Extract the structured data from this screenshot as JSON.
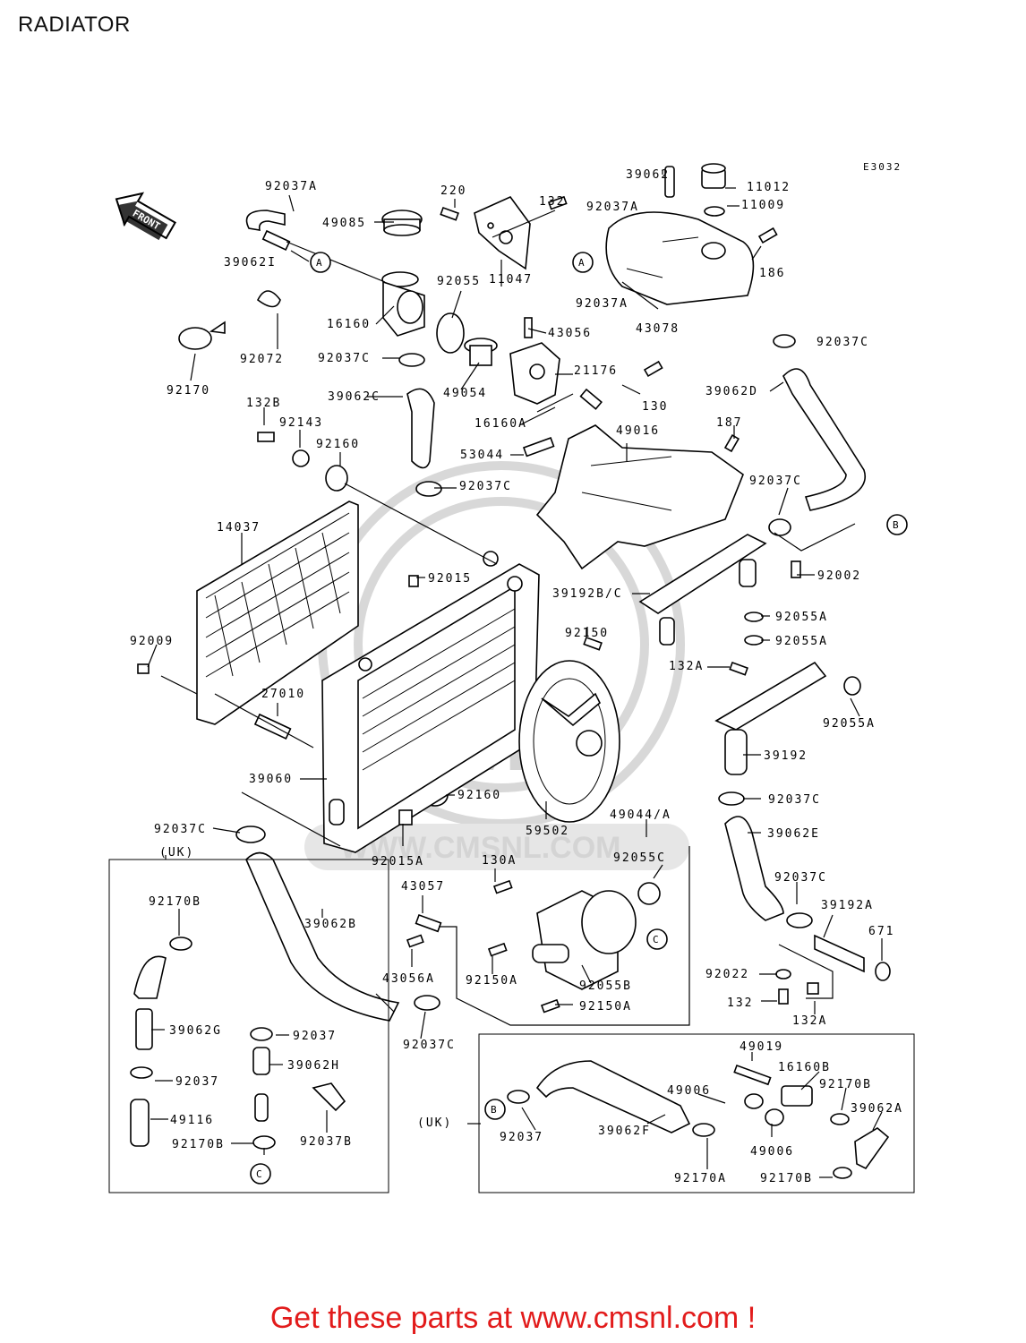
{
  "title": "RADIATOR",
  "diagram_code": "E3032",
  "front_label": "FRONT",
  "watermark": {
    "logo": "CMS",
    "url": "WWW.CMSNL.COM"
  },
  "callouts": {
    "A": "A",
    "B": "B",
    "C": "C"
  },
  "uk_label": "(UK)",
  "parts": [
    {
      "id": "p-92037A-1",
      "text": "92037A"
    },
    {
      "id": "p-49085",
      "text": "49085"
    },
    {
      "id": "p-220",
      "text": "220"
    },
    {
      "id": "p-132-1",
      "text": "132"
    },
    {
      "id": "p-39062-top",
      "text": "39062"
    },
    {
      "id": "p-92037A-2",
      "text": "92037A"
    },
    {
      "id": "p-11012",
      "text": "11012"
    },
    {
      "id": "p-11009",
      "text": "11009"
    },
    {
      "id": "p-39062I",
      "text": "39062I"
    },
    {
      "id": "p-92055",
      "text": "92055"
    },
    {
      "id": "p-11047",
      "text": "11047"
    },
    {
      "id": "p-92037A-3",
      "text": "92037A"
    },
    {
      "id": "p-186",
      "text": "186"
    },
    {
      "id": "p-16160",
      "text": "16160"
    },
    {
      "id": "p-43056",
      "text": "43056"
    },
    {
      "id": "p-43078",
      "text": "43078"
    },
    {
      "id": "p-92072",
      "text": "92072"
    },
    {
      "id": "p-92037C-1",
      "text": "92037C"
    },
    {
      "id": "p-92037C-2",
      "text": "92037C"
    },
    {
      "id": "p-92170",
      "text": "92170"
    },
    {
      "id": "p-49054",
      "text": "49054"
    },
    {
      "id": "p-21176",
      "text": "21176"
    },
    {
      "id": "p-130",
      "text": "130"
    },
    {
      "id": "p-39062C",
      "text": "39062C"
    },
    {
      "id": "p-39062D",
      "text": "39062D"
    },
    {
      "id": "p-16160A",
      "text": "16160A"
    },
    {
      "id": "p-132B",
      "text": "132B"
    },
    {
      "id": "p-92143",
      "text": "92143"
    },
    {
      "id": "p-49016",
      "text": "49016"
    },
    {
      "id": "p-187",
      "text": "187"
    },
    {
      "id": "p-92160-1",
      "text": "92160"
    },
    {
      "id": "p-53044",
      "text": "53044"
    },
    {
      "id": "p-92037C-3",
      "text": "92037C"
    },
    {
      "id": "p-92037C-4",
      "text": "92037C"
    },
    {
      "id": "p-14037",
      "text": "14037"
    },
    {
      "id": "p-92015",
      "text": "92015"
    },
    {
      "id": "p-92002",
      "text": "92002"
    },
    {
      "id": "p-39192BC",
      "text": "39192B/C"
    },
    {
      "id": "p-92055A-1",
      "text": "92055A"
    },
    {
      "id": "p-92055A-2",
      "text": "92055A"
    },
    {
      "id": "p-92009",
      "text": "92009"
    },
    {
      "id": "p-92150",
      "text": "92150"
    },
    {
      "id": "p-132A-1",
      "text": "132A"
    },
    {
      "id": "p-27010",
      "text": "27010"
    },
    {
      "id": "p-92055A-3",
      "text": "92055A"
    },
    {
      "id": "p-39192",
      "text": "39192"
    },
    {
      "id": "p-39060",
      "text": "39060"
    },
    {
      "id": "p-92160-2",
      "text": "92160"
    },
    {
      "id": "p-92037C-5",
      "text": "92037C"
    },
    {
      "id": "p-92037C-6",
      "text": "92037C"
    },
    {
      "id": "p-49044A",
      "text": "49044/A"
    },
    {
      "id": "p-39062E",
      "text": "39062E"
    },
    {
      "id": "p-59502",
      "text": "59502"
    },
    {
      "id": "p-92015A",
      "text": "92015A"
    },
    {
      "id": "p-130A",
      "text": "130A"
    },
    {
      "id": "p-92055C",
      "text": "92055C"
    },
    {
      "id": "p-92037C-7",
      "text": "92037C"
    },
    {
      "id": "p-43057",
      "text": "43057"
    },
    {
      "id": "p-92170B-1",
      "text": "92170B"
    },
    {
      "id": "p-39062B",
      "text": "39062B"
    },
    {
      "id": "p-39192A",
      "text": "39192A"
    },
    {
      "id": "p-671",
      "text": "671"
    },
    {
      "id": "p-43056A",
      "text": "43056A"
    },
    {
      "id": "p-92150A-1",
      "text": "92150A"
    },
    {
      "id": "p-92022",
      "text": "92022"
    },
    {
      "id": "p-92055B",
      "text": "92055B"
    },
    {
      "id": "p-132-2",
      "text": "132"
    },
    {
      "id": "p-132A-2",
      "text": "132A"
    },
    {
      "id": "p-92150A-2",
      "text": "92150A"
    },
    {
      "id": "p-92037C-8",
      "text": "92037C"
    },
    {
      "id": "p-39062G",
      "text": "39062G"
    },
    {
      "id": "p-92037-1",
      "text": "92037"
    },
    {
      "id": "p-39062H",
      "text": "39062H"
    },
    {
      "id": "p-92037-2",
      "text": "92037"
    },
    {
      "id": "p-49116",
      "text": "49116"
    },
    {
      "id": "p-92037B",
      "text": "92037B"
    },
    {
      "id": "p-92170B-2",
      "text": "92170B"
    },
    {
      "id": "p-49019",
      "text": "49019"
    },
    {
      "id": "p-16160B",
      "text": "16160B"
    },
    {
      "id": "p-92170B-3",
      "text": "92170B"
    },
    {
      "id": "p-49006-1",
      "text": "49006"
    },
    {
      "id": "p-39062A",
      "text": "39062A"
    },
    {
      "id": "p-92037-3",
      "text": "92037"
    },
    {
      "id": "p-39062F",
      "text": "39062F"
    },
    {
      "id": "p-49006-2",
      "text": "49006"
    },
    {
      "id": "p-92170A",
      "text": "92170A"
    },
    {
      "id": "p-92170B-4",
      "text": "92170B"
    }
  ],
  "footer": {
    "text": "Get these parts at www.cmsnl.com !",
    "link_color": "#e21b1b"
  }
}
